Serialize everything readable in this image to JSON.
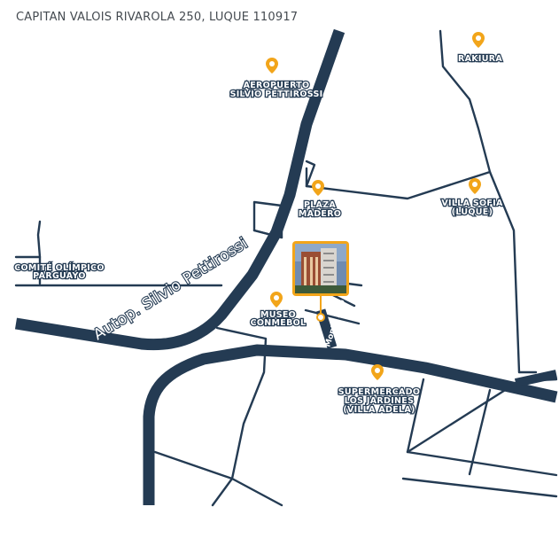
{
  "address": "CAPITAN VALOIS RIVAROLA 250, LUQUE 110917",
  "roads": {
    "autopista": "Autop. Silvio Pettirossi",
    "monte_alto": "Monte Alto"
  },
  "pois": [
    {
      "id": "aeropuerto",
      "lines": [
        "AEROPUERTO",
        "SILVIO PETTIROSSI"
      ]
    },
    {
      "id": "rakiura",
      "lines": [
        "RAKIURA"
      ]
    },
    {
      "id": "plaza-madero",
      "lines": [
        "PLAZA",
        "MADERO"
      ]
    },
    {
      "id": "villa-sofia",
      "lines": [
        "VILLA SOFIA",
        "(LUQUE)"
      ]
    },
    {
      "id": "comite-olimpico",
      "lines": [
        "COMITÉ OLÍMPICO",
        "PARGUAYO"
      ]
    },
    {
      "id": "museo-conmebol",
      "lines": [
        "MUSEO",
        "CONMEBOL"
      ]
    },
    {
      "id": "supermercado",
      "lines": [
        "SUPERMERCADO",
        "LOS JARDINES",
        "(VILLA ADELA)"
      ]
    }
  ],
  "colors": {
    "road": "#243b53",
    "marker": "#f2a51a",
    "background": "#ffffff"
  },
  "icons": {
    "poi": "map-pin-icon",
    "property": "building-photo"
  }
}
